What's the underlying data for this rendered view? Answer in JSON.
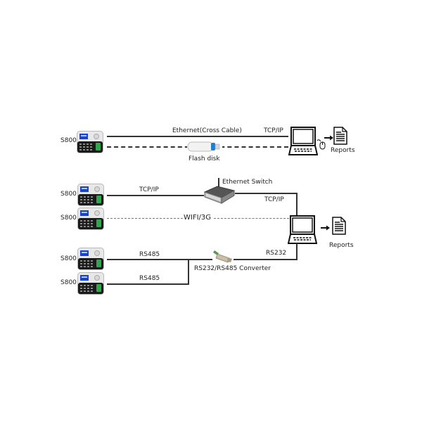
{
  "diagram": {
    "section1": {
      "device_label": "S800",
      "ethernet_label": "Ethernet(Cross Cable)",
      "tcpip_label": "TCP/IP",
      "flash_label": "Flash disk",
      "reports_label": "Reports"
    },
    "section2": {
      "devices": [
        {
          "label": "S800",
          "link": "TCP/IP"
        },
        {
          "label": "S800",
          "link": "WIFI/3G"
        },
        {
          "label": "S800",
          "link": "RS485"
        },
        {
          "label": "S800",
          "link": "RS485"
        }
      ],
      "switch_label": "Ethernet Switch",
      "switch_tcpip_label": "TCP/IP",
      "rs232_label": "RS232",
      "converter_label": "RS232/RS485 Converter",
      "reports_label": "Reports"
    }
  }
}
